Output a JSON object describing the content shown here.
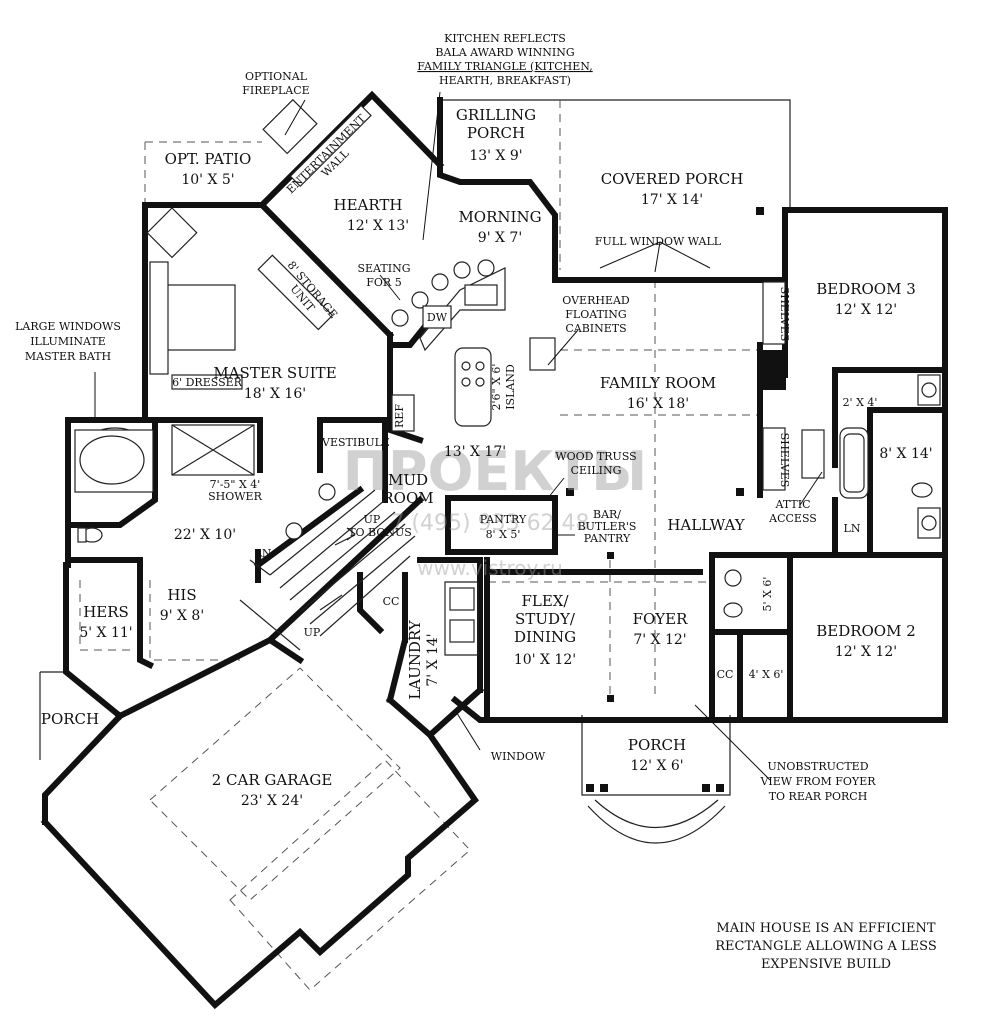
{
  "notes": {
    "kitchen_1": "KITCHEN REFLECTS",
    "kitchen_2": "BALA AWARD WINNING",
    "kitchen_3": "FAMILY TRIANGLE (KITCHEN,",
    "kitchen_4": "HEARTH, BREAKFAST)",
    "fireplace_1": "OPTIONAL",
    "fireplace_2": "FIREPLACE",
    "windows_1": "LARGE WINDOWS",
    "windows_2": "ILLUMINATE",
    "windows_3": "MASTER BATH",
    "full_window_wall": "FULL WINDOW WALL",
    "window": "WINDOW",
    "unobstructed_1": "UNOBSTRUCTED",
    "unobstructed_2": "VIEW FROM FOYER",
    "unobstructed_3": "TO REAR PORCH",
    "efficient_1": "MAIN HOUSE IS AN EFFICIENT",
    "efficient_2": "RECTANGLE ALLOWING A LESS",
    "efficient_3": "EXPENSIVE BUILD",
    "seating_1": "SEATING",
    "seating_2": "FOR 5",
    "storage_1": "8' STORAGE",
    "storage_2": "UNIT",
    "entertainment_1": "ENTERTAINMENT",
    "entertainment_2": "WALL",
    "overhead_1": "OVERHEAD",
    "overhead_2": "FLOATING",
    "overhead_3": "CABINETS",
    "truss_1": "WOOD TRUSS",
    "truss_2": "CEILING",
    "attic_1": "ATTIC",
    "attic_2": "ACCESS",
    "bar_1": "BAR/",
    "bar_2": "BUTLER'S",
    "bar_3": "PANTRY",
    "up_bonus_1": "UP",
    "up_bonus_2": "TO BONUS",
    "up": "UP",
    "island_1": "2'6\" X 6'",
    "island_2": "ISLAND"
  },
  "rooms": {
    "grilling_porch": {
      "name": "GRILLING",
      "name2": "PORCH",
      "dims": "13' X 9'"
    },
    "covered_porch": {
      "name": "COVERED PORCH",
      "dims": "17' X 14'"
    },
    "opt_patio": {
      "name": "OPT. PATIO",
      "dims": "10' X 5'"
    },
    "hearth": {
      "name": "HEARTH",
      "dims": "12' X 13'"
    },
    "morning": {
      "name": "MORNING",
      "dims": "9' X 7'"
    },
    "bedroom3": {
      "name": "BEDROOM 3",
      "dims": "12' X 12'"
    },
    "master_suite": {
      "name": "MASTER SUITE",
      "dims": "18' X 16'"
    },
    "dresser": {
      "name": "6' DRESSER"
    },
    "family_room": {
      "name": "FAMILY ROOM",
      "dims": "16' X 18'"
    },
    "kitchen": {
      "dims": "13' X 17'"
    },
    "ref": {
      "name": "REF"
    },
    "dw": {
      "name": "DW"
    },
    "vestibule": {
      "name": "VESTIBULE"
    },
    "shower": {
      "dims": "7'-5\" X 4'",
      "name": "SHOWER"
    },
    "mud_room": {
      "name": "MUD",
      "name2": "ROOM"
    },
    "pantry": {
      "name": "PANTRY",
      "dims": "8' X 5'"
    },
    "hallway": {
      "name": "HALLWAY"
    },
    "bath_master": {
      "dims": "22' X 10'"
    },
    "ln1": {
      "name": "LN"
    },
    "ln2": {
      "name": "LN"
    },
    "bath2": {
      "dims": "8' X 14'"
    },
    "closet_2x4": {
      "dims": "2' X 4'"
    },
    "hers": {
      "name": "HERS",
      "dims": "5' X 11'"
    },
    "his": {
      "name": "HIS",
      "dims": "9' X 8'"
    },
    "cc1": {
      "name": "CC"
    },
    "cc2": {
      "name": "CC"
    },
    "laundry": {
      "name": "LAUNDRY",
      "dims": "7' X 14'"
    },
    "flex": {
      "name": "FLEX/",
      "name2": "STUDY/",
      "name3": "DINING",
      "dims": "10' X 12'"
    },
    "foyer": {
      "name": "FOYER",
      "dims": "7' X 12'"
    },
    "powder": {
      "dims": "5' X 6'"
    },
    "bedroom2": {
      "name": "BEDROOM 2",
      "dims": "12' X 12'"
    },
    "closet_4x6": {
      "dims": "4' X 6'"
    },
    "porch_side": {
      "name": "PORCH"
    },
    "porch_front": {
      "name": "PORCH",
      "dims": "12' X 6'"
    },
    "garage": {
      "name": "2 CAR GARAGE",
      "dims": "23' X 24'"
    }
  },
  "watermark": {
    "brand": "ПРОЕКТЫ",
    "phone": "7 (495) 933 62 48",
    "site": "www.vistroy.ru"
  }
}
